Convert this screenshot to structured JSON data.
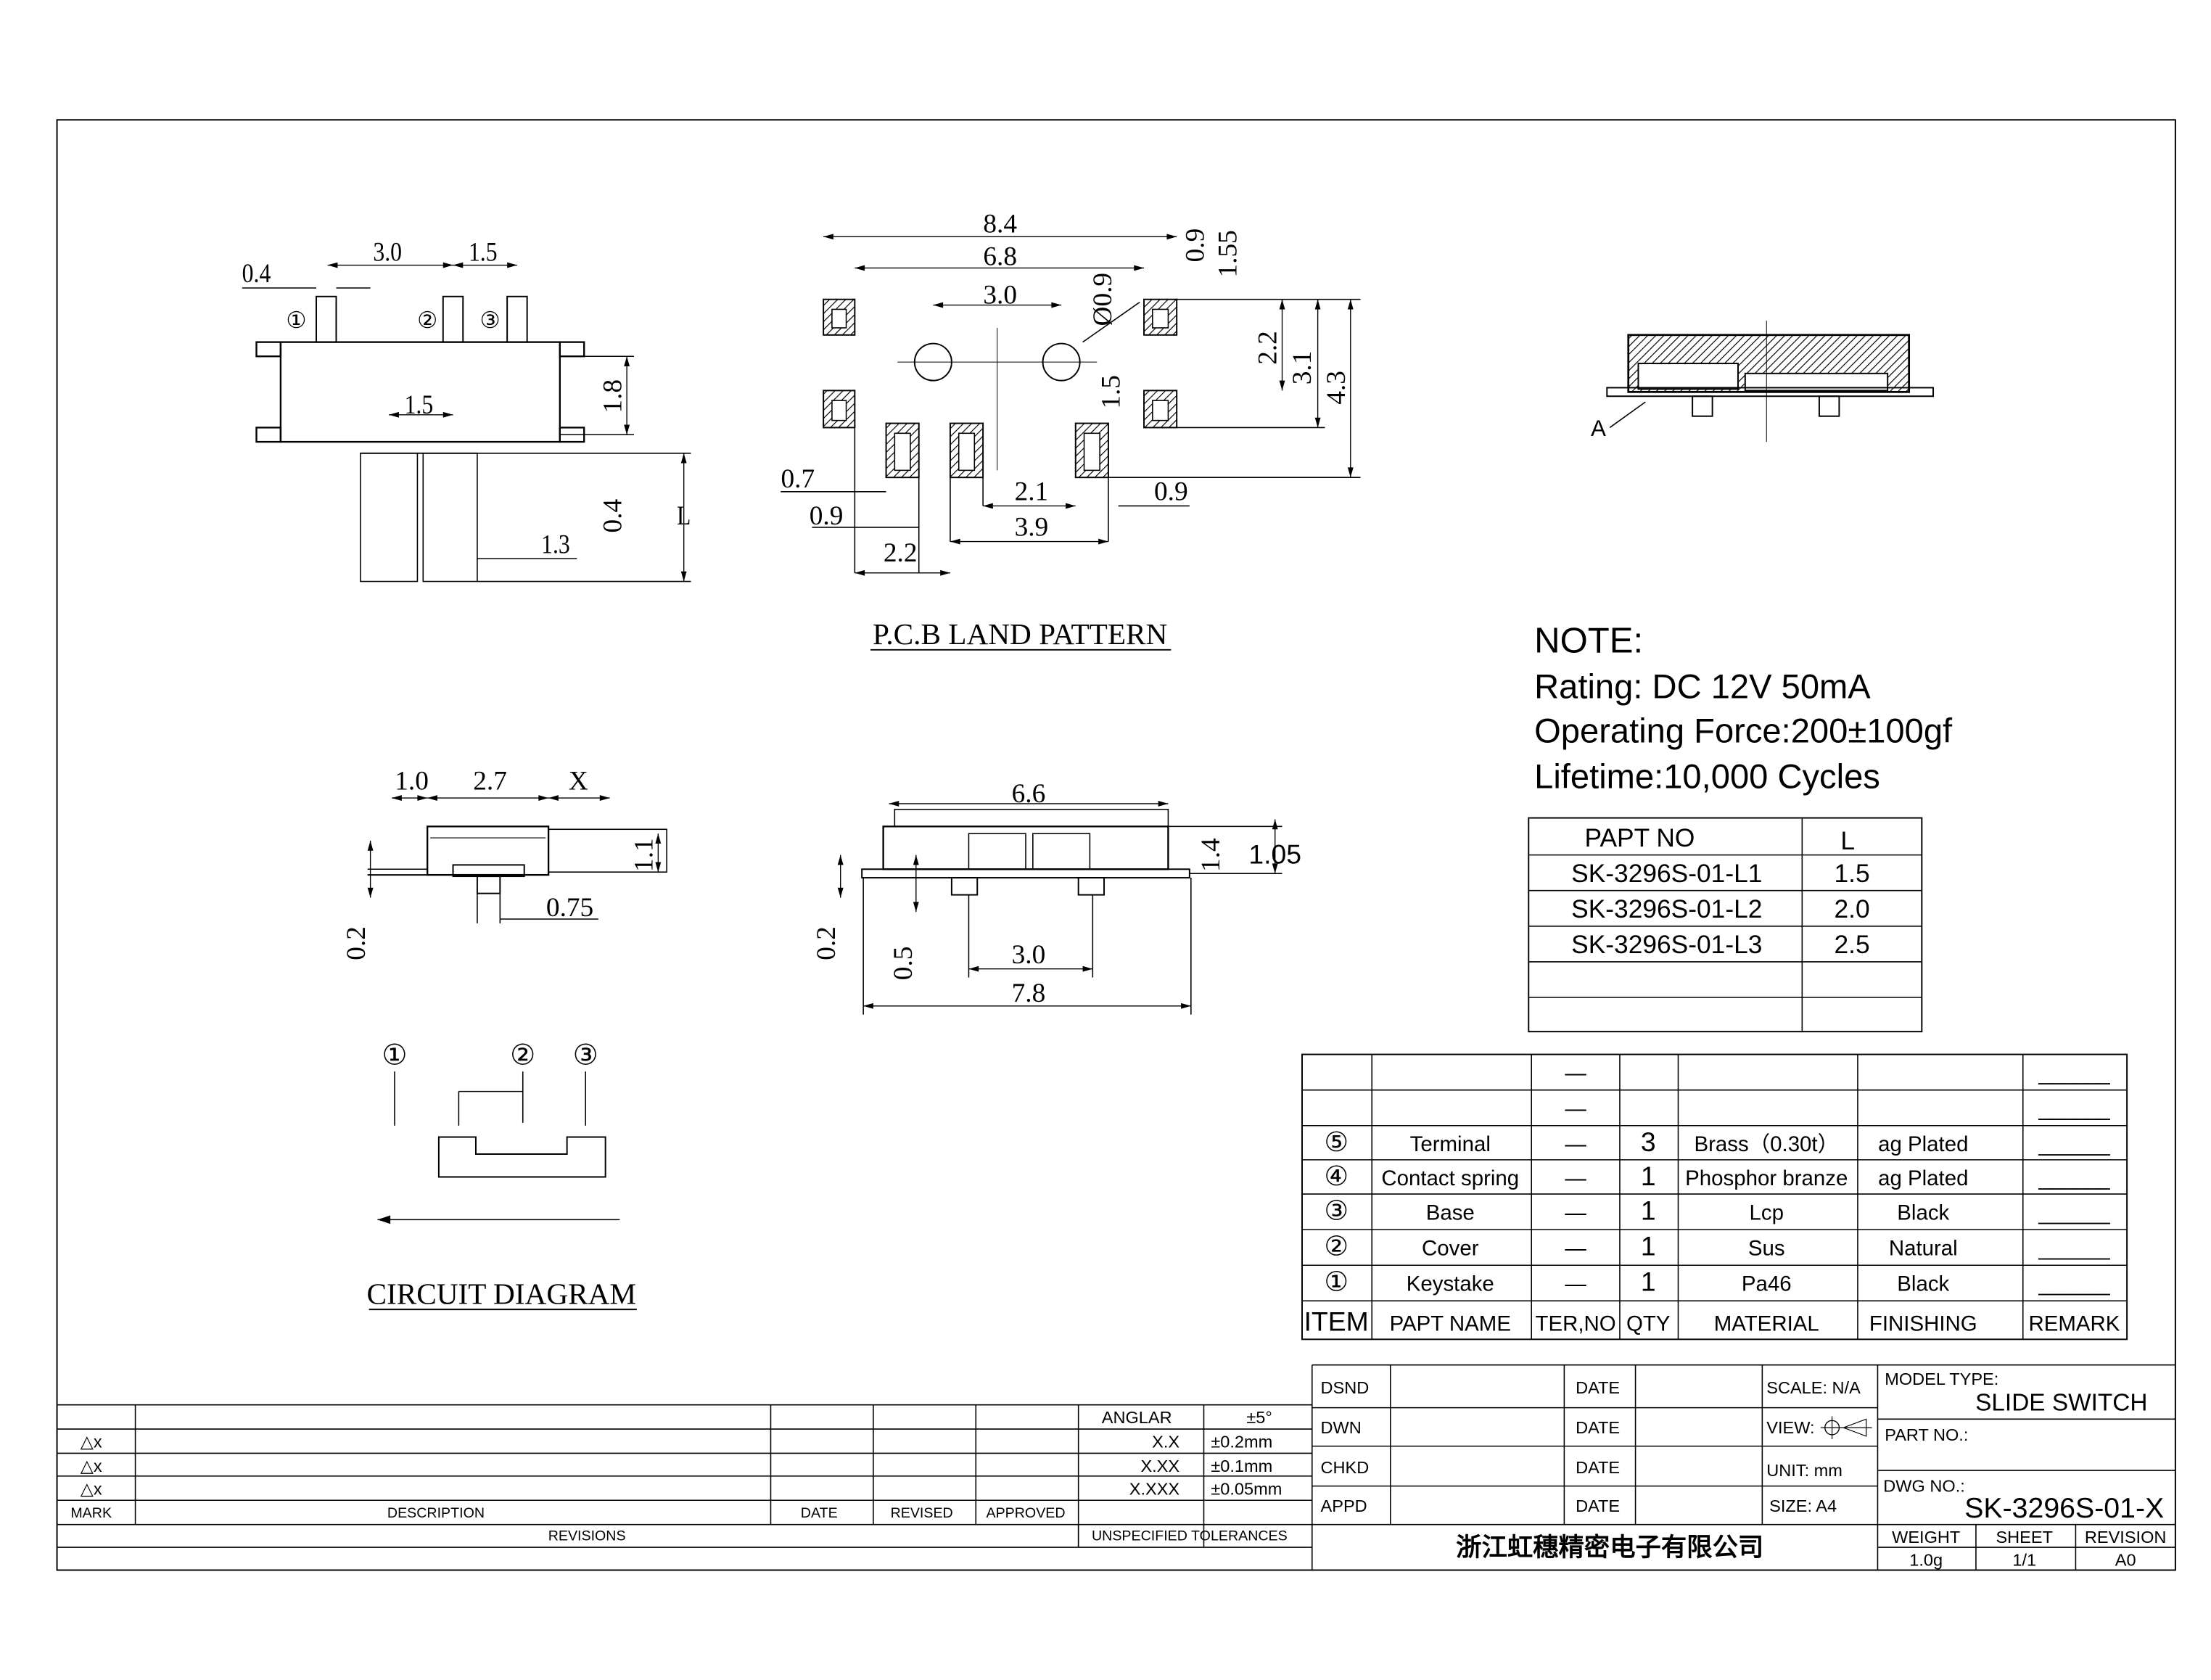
{
  "top_view": {
    "pin_labels": [
      "①",
      "②",
      "③"
    ],
    "dims": [
      "0.4",
      "3.0",
      "1.5",
      "1.5",
      "1.8",
      "0.4",
      "L",
      "1.3"
    ]
  },
  "pcb_land_pattern": {
    "title": "P.C.B LAND PATTERN",
    "dims": [
      "8.4",
      "6.8",
      "3.0",
      "Ø0.9",
      "0.9",
      "1.55",
      "2.2",
      "3.1",
      "4.3",
      "1.5",
      "0.7",
      "0.9",
      "2.2",
      "2.1",
      "3.9",
      "0.9"
    ]
  },
  "section_view": {
    "callout": "A"
  },
  "front_view": {
    "dims": [
      "1.0",
      "2.7",
      "X",
      "1.1",
      "0.2",
      "0.75"
    ]
  },
  "side_view": {
    "dims": [
      "6.6",
      "1.4",
      "1.05",
      "0.2",
      "0.5",
      "3.0",
      "7.8"
    ]
  },
  "circuit_diagram": {
    "title": "CIRCUIT DIAGRAM",
    "pin_labels": [
      "①",
      "②",
      "③"
    ]
  },
  "note": {
    "heading": "NOTE:",
    "lines": [
      "Rating: DC 12V  50mA",
      "Operating Force:200±100gf",
      "Lifetime:10,000 Cycles"
    ]
  },
  "part_table": {
    "headers": [
      "PAPT NO",
      "L"
    ],
    "rows": [
      [
        "SK-3296S-01-L1",
        "1.5"
      ],
      [
        "SK-3296S-01-L2",
        "2.0"
      ],
      [
        "SK-3296S-01-L3",
        "2.5"
      ],
      [
        "",
        ""
      ],
      [
        "",
        ""
      ]
    ]
  },
  "bom": {
    "headers": [
      "ITEM",
      "PAPT NAME",
      "TER,NO",
      "QTY",
      "MATERIAL",
      "FINISHING",
      "REMARK"
    ],
    "rows": [
      [
        "",
        "",
        "—",
        "",
        "",
        "",
        "______"
      ],
      [
        "",
        "",
        "—",
        "",
        "",
        "",
        "______"
      ],
      [
        "⑤",
        "Terminal",
        "—",
        "3",
        "Brass（0.30t）",
        "ag Plated",
        "______"
      ],
      [
        "④",
        "Contact spring",
        "—",
        "1",
        "Phosphor branze",
        "ag Plated",
        "______"
      ],
      [
        "③",
        "Base",
        "—",
        "1",
        "Lcp",
        "Black",
        "______"
      ],
      [
        "②",
        "Cover",
        "—",
        "1",
        "Sus",
        "Natural",
        "______"
      ],
      [
        "①",
        "Keystake",
        "—",
        "1",
        "Pa46",
        "Black",
        "______"
      ]
    ]
  },
  "revisions": {
    "tolerances": [
      [
        "ANGLAR",
        "±5°"
      ],
      [
        "X.X",
        "±0.2mm"
      ],
      [
        "X.XX",
        "±0.1mm"
      ],
      [
        "X.XXX",
        "±0.05mm"
      ]
    ],
    "marks": [
      "△x",
      "△x",
      "△x"
    ],
    "headers": [
      "MARK",
      "DESCRIPTION",
      "DATE",
      "REVISED",
      "APPROVED"
    ],
    "footer": "REVISIONS",
    "tolerance_label": "UNSPECIFIED TOLERANCES"
  },
  "title_block": {
    "roles": [
      "DSND",
      "DWN",
      "CHKD",
      "APPD"
    ],
    "date_label": "DATE",
    "scale": "SCALE: N/A",
    "view": "VIEW:",
    "unit": "UNIT: mm",
    "size": "SIZE: A4",
    "model_type_label": "MODEL TYPE:",
    "model_type": "SLIDE SWITCH",
    "part_no_label": "PART NO.:",
    "dwg_no_label": "DWG NO.:",
    "dwg_no": "SK-3296S-01-X",
    "company": "浙江虹穗精密电子有限公司",
    "weight_label": "WEIGHT",
    "weight": "1.0g",
    "sheet_label": "SHEET",
    "sheet": "1/1",
    "revision_label": "REVISION",
    "revision": "A0"
  }
}
